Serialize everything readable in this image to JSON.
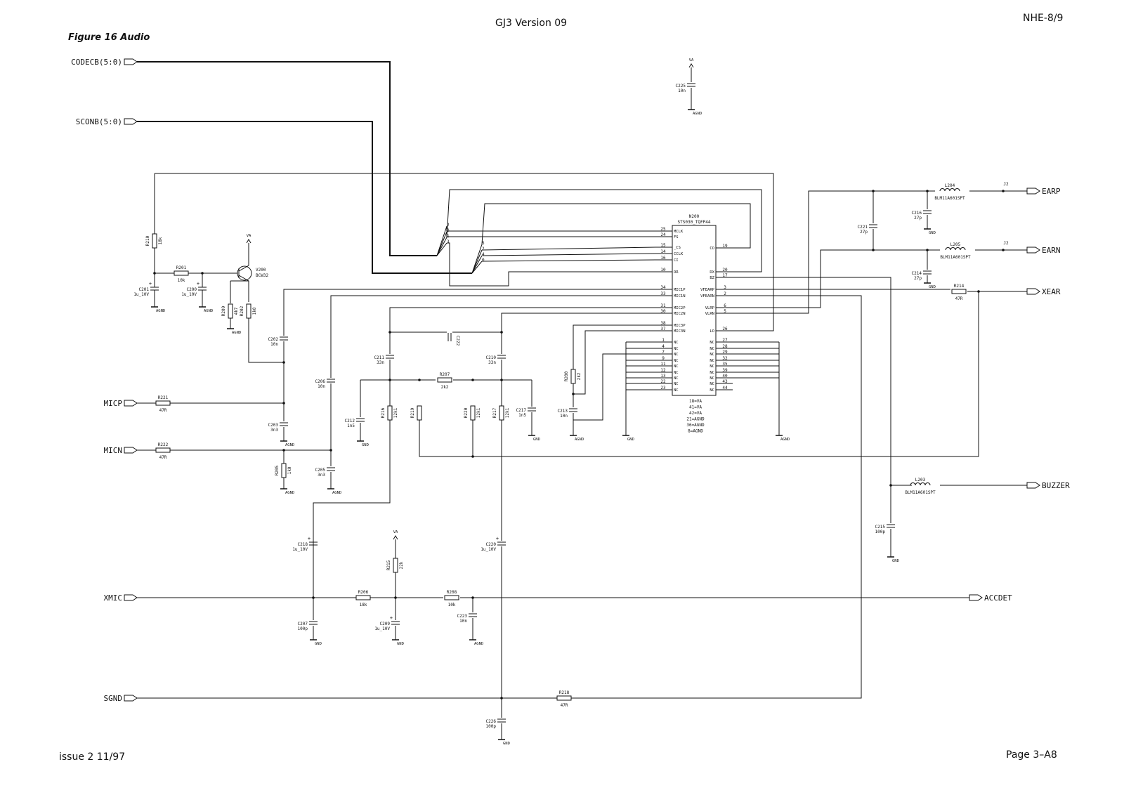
{
  "header": {
    "title": "GJ3 Version 09",
    "page_code": "NHE-8/9",
    "figure_label": "Figure 16   Audio"
  },
  "footer": {
    "issue": "issue 2 11/97",
    "page": "Page  3–A8"
  },
  "ports": {
    "codec": "CODECB(5:0)",
    "scon": "SCONB(5:0)",
    "micp": "MICP",
    "micn": "MICN",
    "xmic": "XMIC",
    "sgnd": "SGND",
    "earp": "EARP",
    "earn": "EARN",
    "xear": "XEAR",
    "buzzer": "BUZZER",
    "accdet": "ACCDET"
  },
  "ic": {
    "ref": "N200",
    "part": "STS030_TQFP44",
    "left_pins": [
      [
        "25",
        "MCLK"
      ],
      [
        "24",
        "FS"
      ],
      [
        "15",
        "_CS"
      ],
      [
        "14",
        "CCLK"
      ],
      [
        "16",
        "CI"
      ],
      [
        "10",
        "DR"
      ],
      [
        "34",
        "MIC1P"
      ],
      [
        "33",
        "MIC1N"
      ],
      [
        "31",
        "MIC2P"
      ],
      [
        "30",
        "MIC2N"
      ],
      [
        "38",
        "MIC3P"
      ],
      [
        "37",
        "MIC3N"
      ],
      [
        "1",
        "NC"
      ],
      [
        "4",
        "NC"
      ],
      [
        "7",
        "NC"
      ],
      [
        "9",
        "NC"
      ],
      [
        "11",
        "NC"
      ],
      [
        "12",
        "NC"
      ],
      [
        "13",
        "NC"
      ],
      [
        "22",
        "NC"
      ],
      [
        "23",
        "NC"
      ]
    ],
    "right_pins": [
      [
        "19",
        "CO"
      ],
      [
        "20",
        "DX"
      ],
      [
        "17",
        "BZ"
      ],
      [
        "3",
        "VFEARP"
      ],
      [
        "2",
        "VFEARN"
      ],
      [
        "6",
        "VLRP"
      ],
      [
        "5",
        "VLRN"
      ],
      [
        "26",
        "LO"
      ],
      [
        "27",
        "NC"
      ],
      [
        "28",
        "NC"
      ],
      [
        "29",
        "NC"
      ],
      [
        "32",
        "NC"
      ],
      [
        "35",
        "NC"
      ],
      [
        "39",
        "NC"
      ],
      [
        "40",
        "NC"
      ],
      [
        "43",
        "NC"
      ],
      [
        "44",
        "NC"
      ]
    ],
    "power_notes": [
      "18=VA",
      "41=VA",
      "42=VA",
      "21=AGND",
      "36=AGND",
      "8=AGND"
    ]
  },
  "bus": {
    "codec_bits": [
      "2",
      "0",
      "1",
      "3"
    ],
    "scon_bits": [
      "5",
      "2",
      "4",
      "0"
    ]
  },
  "power": {
    "va": "VA",
    "agnd": "AGND",
    "gnd": "GND"
  },
  "j2": "J2",
  "transistor": {
    "ref": "V200",
    "part": "BCW32"
  },
  "inductors": {
    "l204": [
      "L204",
      "BLM11A601SPT"
    ],
    "l205": [
      "L205",
      "BLM11A601SPT"
    ],
    "l203": [
      "L203",
      "BLM11A601SPT"
    ]
  },
  "resistors": {
    "r210": [
      "R210",
      "18k"
    ],
    "r201": [
      "R201",
      "10k"
    ],
    "r209": [
      "R209",
      "4k7"
    ],
    "r202": [
      "R202",
      "1k0"
    ],
    "r221": [
      "R221",
      "47R"
    ],
    "r222": [
      "R222",
      "47R"
    ],
    "r205": [
      "R205",
      "1k0"
    ],
    "r207": [
      "R207",
      "2k2"
    ],
    "r216": [
      "R216",
      "12k1"
    ],
    "r219": [
      "R219",
      ""
    ],
    "r220": [
      "R220",
      "12k1"
    ],
    "r217": [
      "R217",
      "12k1"
    ],
    "r200": [
      "R200",
      "2k2"
    ],
    "r214": [
      "R214",
      "47R"
    ],
    "r215": [
      "R215",
      "22k"
    ],
    "r206": [
      "R206",
      "18k"
    ],
    "r208": [
      "R208",
      "10k"
    ],
    "r218": [
      "R218",
      "47R"
    ]
  },
  "capacitors": {
    "c225": [
      "C225",
      "10n"
    ],
    "c201": [
      "C201",
      "1u_10V"
    ],
    "c200": [
      "C200",
      "1u_10V"
    ],
    "c202": [
      "C202",
      "10n"
    ],
    "c203": [
      "C203",
      "3n3"
    ],
    "c206": [
      "C206",
      "10n"
    ],
    "c205": [
      "C205",
      "3n3"
    ],
    "c211": [
      "C211",
      "33n"
    ],
    "c210": [
      "C210",
      "33n"
    ],
    "c222": [
      "C222",
      ""
    ],
    "c212": [
      "C212",
      "1n5"
    ],
    "c217": [
      "C217",
      "1n5"
    ],
    "c213": [
      "C213",
      "10n"
    ],
    "c221": [
      "C221",
      "27p"
    ],
    "c216": [
      "C216",
      "27p"
    ],
    "c214": [
      "C214",
      "27p"
    ],
    "c215": [
      "C215",
      "100p"
    ],
    "c218": [
      "C218",
      "1u_10V"
    ],
    "c220": [
      "C220",
      "1u_10V"
    ],
    "c207": [
      "C207",
      "100p"
    ],
    "c209": [
      "C209",
      "1u_10V"
    ],
    "c223": [
      "C223",
      "10n"
    ],
    "c226": [
      "C226",
      "100p"
    ]
  }
}
